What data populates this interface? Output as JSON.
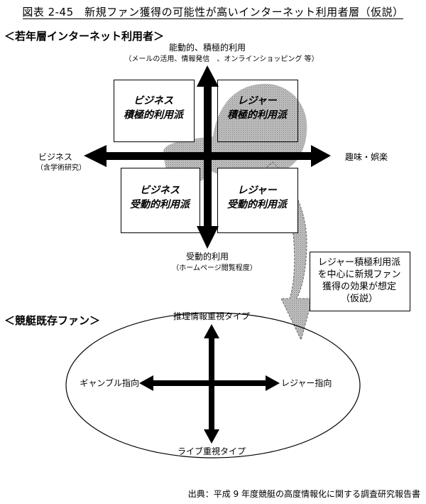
{
  "header": {
    "title": "図表 2-45　新規ファン獲得の可能性が高いインターネット利用者層（仮説）"
  },
  "upper": {
    "section": "＜若年層インターネット利用者＞",
    "axis_top": "能動的、積極的利用",
    "axis_top_sub": "（メールの活用、情報発信　、オンラインショッピング 等）",
    "axis_left": "ビジネス",
    "axis_left_sub": "（含学術研究）",
    "axis_right": "趣味・娯楽",
    "axis_bottom": "受動的利用",
    "axis_bottom_sub": "（ホームページ閲覧程度）",
    "quadrants": {
      "top_left": [
        "ビジネス",
        "積極的利用派"
      ],
      "top_right": [
        "レジャー",
        "積極的利用派"
      ],
      "bottom_left": [
        "ビジネス",
        "受動的利用派"
      ],
      "bottom_right": [
        "レジャー",
        "受動的利用派"
      ]
    }
  },
  "callout": {
    "lines": [
      "レジャー積極利用派",
      "を中心に新規ファン",
      "獲得の効果が想定",
      "（仮説）"
    ]
  },
  "lower": {
    "section": "＜競艇既存ファン＞",
    "axis_top": "推理情報重視タイプ",
    "axis_bottom": "ライブ重視タイプ",
    "axis_left": "ギャンブル指向",
    "axis_right": "レジャー指向"
  },
  "footer": {
    "source": "出典：平成 9 年度競艇の高度情報化に関する調査研究報告書"
  },
  "colors": {
    "ink": "#000000",
    "shade": "#9a9a9a"
  }
}
